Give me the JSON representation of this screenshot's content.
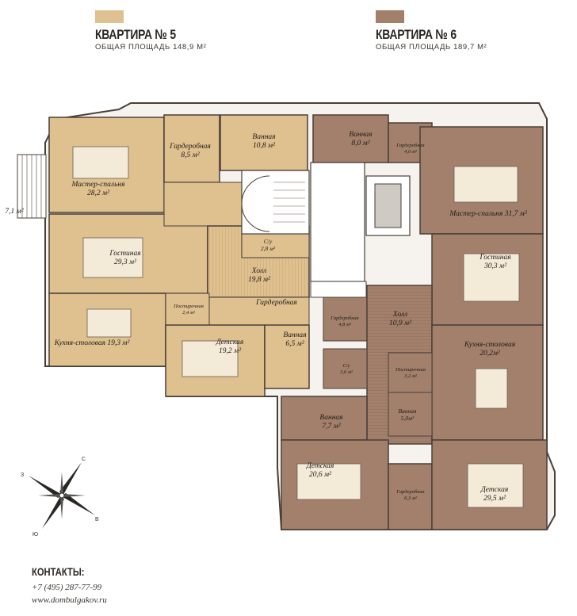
{
  "colors": {
    "apt5": "#dfc08f",
    "apt6": "#a3806c",
    "common": "#ffffff",
    "wall": "#4a3f38"
  },
  "legend": {
    "apt5": {
      "title": "КВАРТИРА № 5",
      "area": "ОБЩАЯ ПЛОЩАДЬ 148,9 М²"
    },
    "apt6": {
      "title": "КВАРТИРА № 6",
      "area": "ОБЩАЯ ПЛОЩАДЬ 189,7 М²"
    }
  },
  "rooms": {
    "master5": {
      "name": "Мастер-спальня",
      "area": "28,2 м²"
    },
    "wardrobe5": {
      "name": "Гардеробная",
      "area": "8,5 м²"
    },
    "bath5a": {
      "name": "Ванная",
      "area": "10,8 м²"
    },
    "balcony": {
      "name": "",
      "area": "7,1 м²"
    },
    "living5": {
      "name": "Гостиная",
      "area": "29,3 м²"
    },
    "wc5": {
      "name": "С/у",
      "area": "2,8 м²"
    },
    "hall5": {
      "name": "Холл",
      "area": "19,8 м²"
    },
    "laundry5": {
      "name": "Постирочная",
      "area": "2,4 м²"
    },
    "wardrobe5b": {
      "name": "Гардеробная",
      "area": ""
    },
    "kitchen5": {
      "name": "Кухня-столовая",
      "area": "19,3 м²"
    },
    "kids5": {
      "name": "Детская",
      "area": "19,2 м²"
    },
    "bath5b": {
      "name": "Ванная",
      "area": "6,5 м²"
    },
    "bath6a": {
      "name": "Ванная",
      "area": "8,0 м²"
    },
    "wardrobe6a": {
      "name": "Гардеробная",
      "area": "4,0 м²"
    },
    "master6": {
      "name": "Мастер-спальня",
      "area": "31,7 м²"
    },
    "living6": {
      "name": "Гостиная",
      "area": "30,3 м²"
    },
    "wardrobe6b": {
      "name": "Гардеробная",
      "area": "4,8 м²"
    },
    "hall6": {
      "name": "Холл",
      "area": "10,9 м²"
    },
    "kitchen6": {
      "name": "Кухня-столовая",
      "area": "20,2м²"
    },
    "wc6": {
      "name": "С/у",
      "area": "3,6 м²"
    },
    "laundry6": {
      "name": "Постирочная",
      "area": "3,2 м²"
    },
    "bath6b": {
      "name": "Ванная",
      "area": "7,7 м²"
    },
    "bath6c": {
      "name": "Ванная",
      "area": "5,0м²"
    },
    "kids6a": {
      "name": "Детская",
      "area": "20,6 м²"
    },
    "wardrobe6c": {
      "name": "Гардеробная",
      "area": "6,3 м²"
    },
    "kids6b": {
      "name": "Детская",
      "area": "29,5 м²"
    }
  },
  "compass": {
    "n": "С",
    "s": "Ю",
    "w": "З",
    "e": "В"
  },
  "contacts": {
    "title": "КОНТАКТЫ:",
    "phone": "+7 (495) 287-77-99",
    "site": "www.dombulgakov.ru"
  }
}
